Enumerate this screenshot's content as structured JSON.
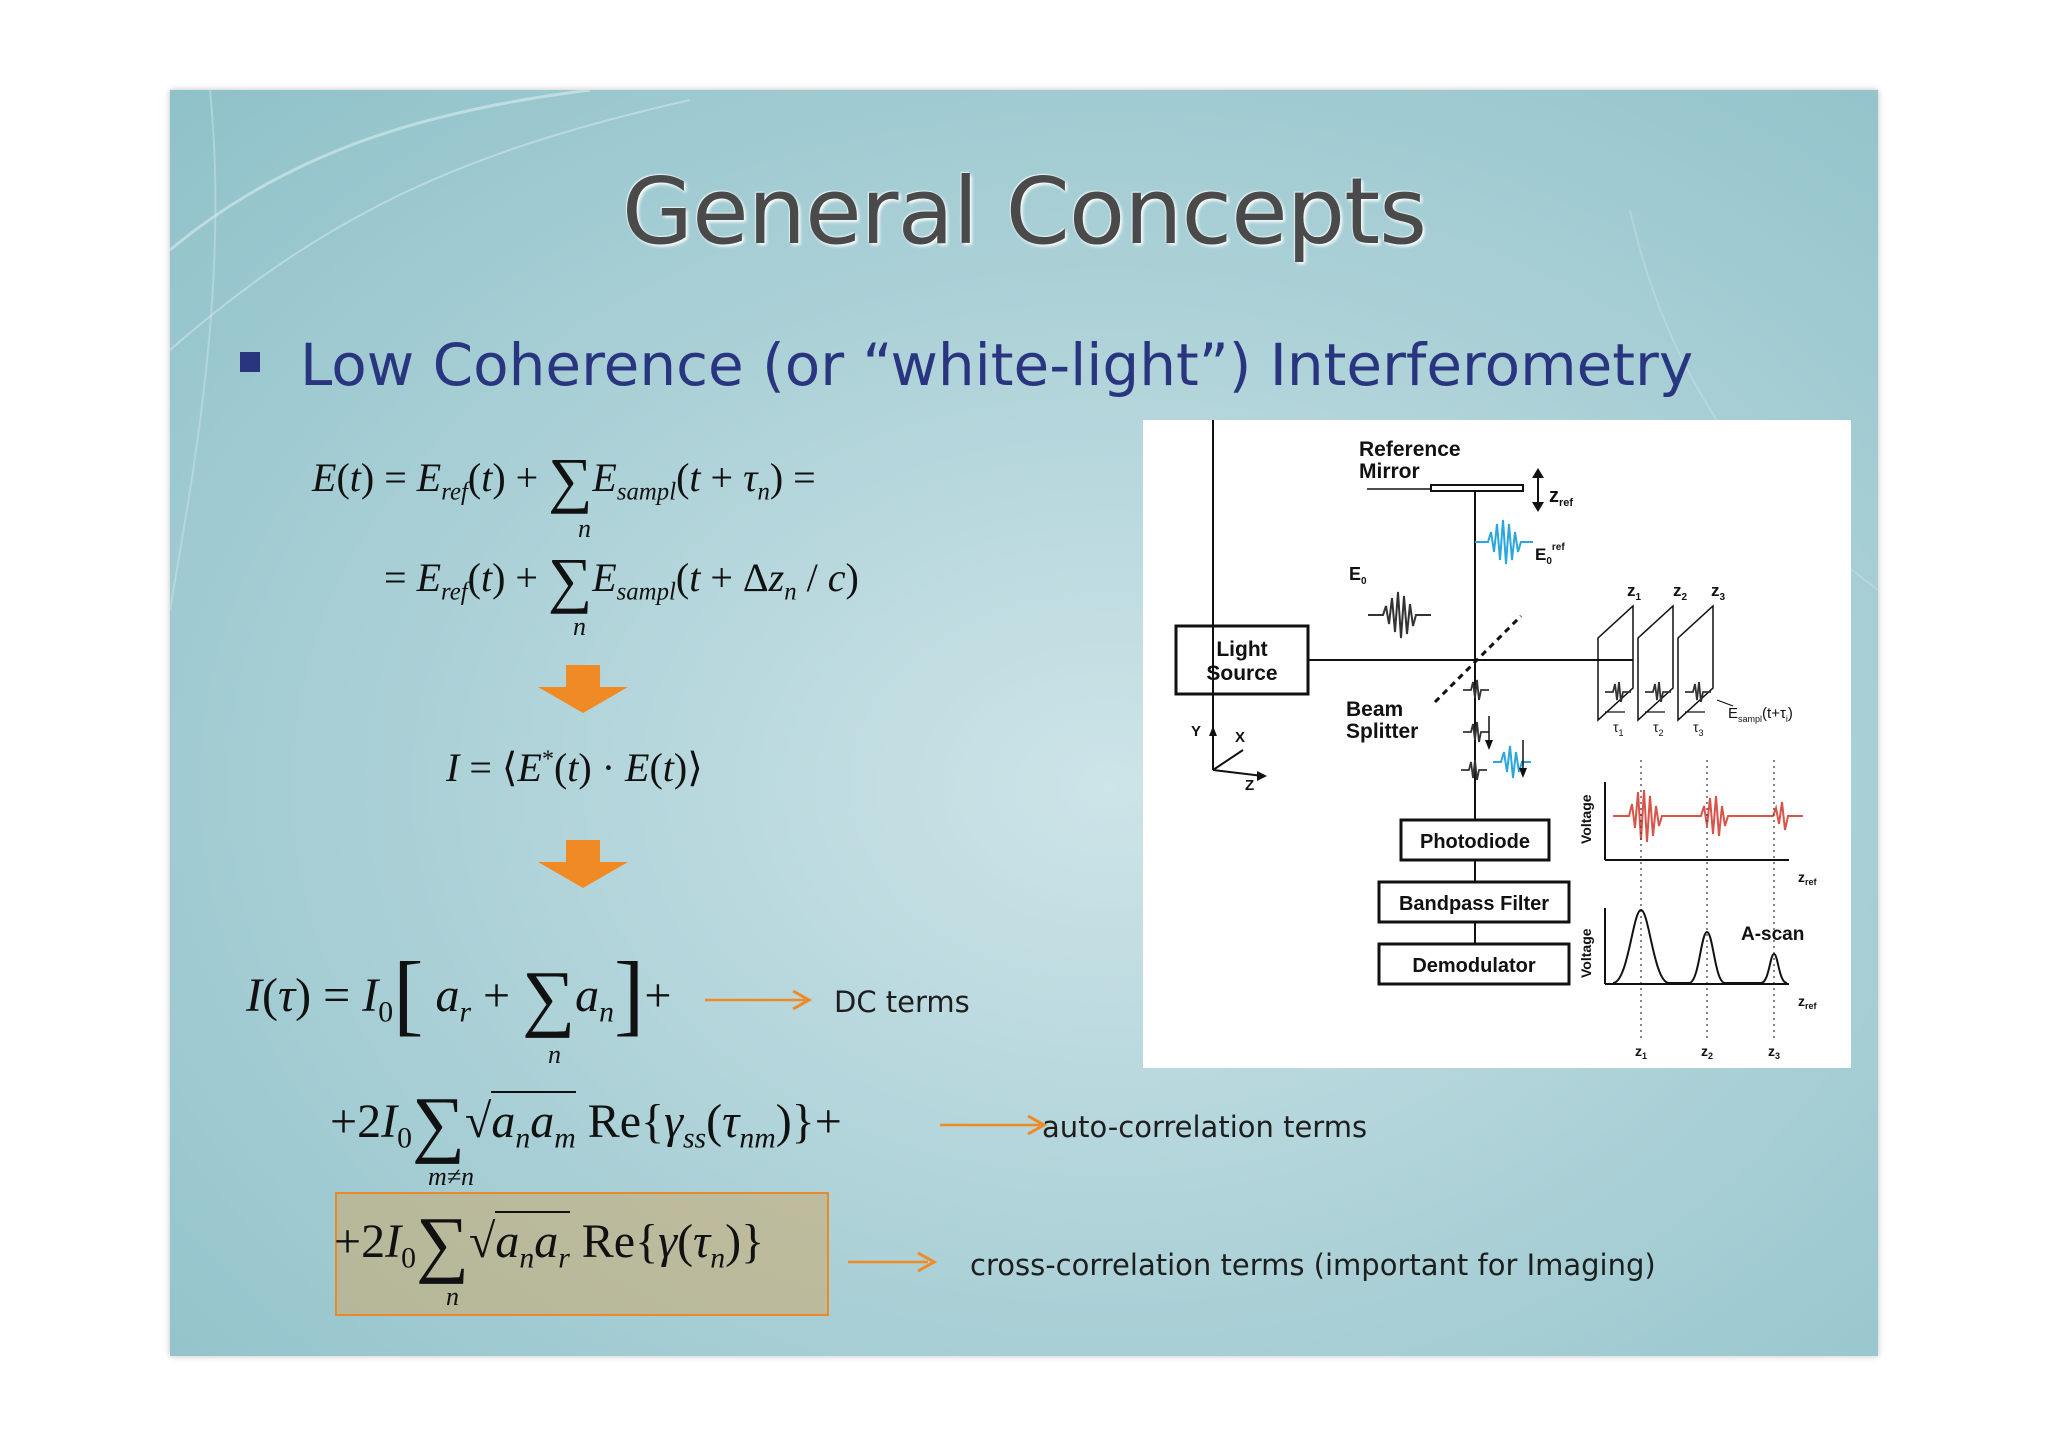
{
  "slide": {
    "title": "General Concepts",
    "bullet": "Low Coherence (or “white-light”) Interferometry"
  },
  "labels": {
    "dc": "DC terms",
    "auto": "auto-correlation terms",
    "cross": "cross-correlation terms (important for Imaging)"
  },
  "diagram": {
    "reference_mirror_1": "Reference",
    "reference_mirror_2": "Mirror",
    "z_ref": "z",
    "z_ref_sub": "ref",
    "e0": "E",
    "e0_sub": "0",
    "e0_ref_sup": "ref",
    "light_source_1": "Light",
    "light_source_2": "Source",
    "beam_splitter_1": "Beam",
    "beam_splitter_2": "Splitter",
    "axis_y": "Y",
    "axis_x": "X",
    "axis_z": "Z",
    "photodiode": "Photodiode",
    "bandpass_filter": "Bandpass Filter",
    "demodulator": "Demodulator",
    "z1": "z",
    "z2": "z",
    "z3": "z",
    "tau1": "τ",
    "tau2": "τ",
    "tau3": "τ",
    "e_sampl": "E",
    "e_sampl_sub": "sampl",
    "e_sampl_arg": "(t+τ",
    "e_sampl_arg_sub": "i",
    "e_sampl_close": ")",
    "voltage_1": "Voltage",
    "voltage_2": "Voltage",
    "a_scan": "A-scan"
  },
  "colors": {
    "bullet": "#2a3580",
    "arrow": "#f08a24",
    "blue_signal": "#2aa7dc",
    "red_signal": "#d9534a",
    "highlight_border": "#e8892b"
  }
}
